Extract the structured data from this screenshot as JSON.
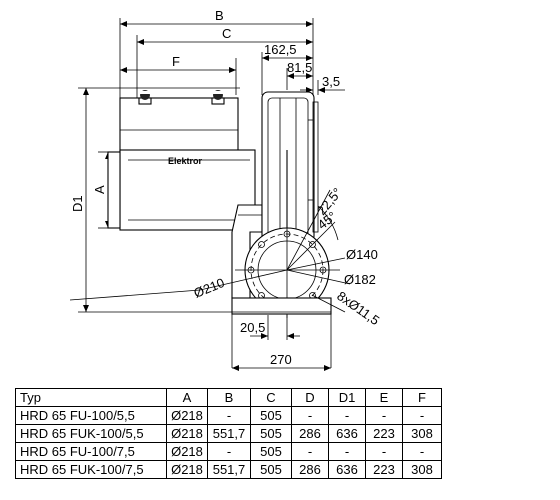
{
  "drawing": {
    "labels": {
      "B": "B",
      "C": "C",
      "F": "F",
      "A": "A",
      "D1": "D1",
      "dim_162_5": "162,5",
      "dim_81_5": "81,5",
      "dim_3_5": "3,5",
      "angle_22_5": "22,5°",
      "angle_45": "45°",
      "dia_140": "Ø140",
      "dia_182": "Ø182",
      "dia_210": "Ø210",
      "holes": "8xØ11,5",
      "dim_20_5": "20,5",
      "dim_270": "270",
      "brand": "Elektror"
    }
  },
  "table": {
    "headers": [
      "Typ",
      "A",
      "B",
      "C",
      "D",
      "D1",
      "E",
      "F"
    ],
    "rows": [
      [
        "HRD 65 FU-100/5,5",
        "Ø218",
        "-",
        "505",
        "-",
        "-",
        "-",
        "-"
      ],
      [
        "HRD 65 FUK-100/5,5",
        "Ø218",
        "551,7",
        "505",
        "286",
        "636",
        "223",
        "308"
      ],
      [
        "HRD 65 FU-100/7,5",
        "Ø218",
        "-",
        "505",
        "-",
        "-",
        "-",
        "-"
      ],
      [
        "HRD 65 FUK-100/7,5",
        "Ø218",
        "551,7",
        "505",
        "286",
        "636",
        "223",
        "308"
      ]
    ]
  }
}
